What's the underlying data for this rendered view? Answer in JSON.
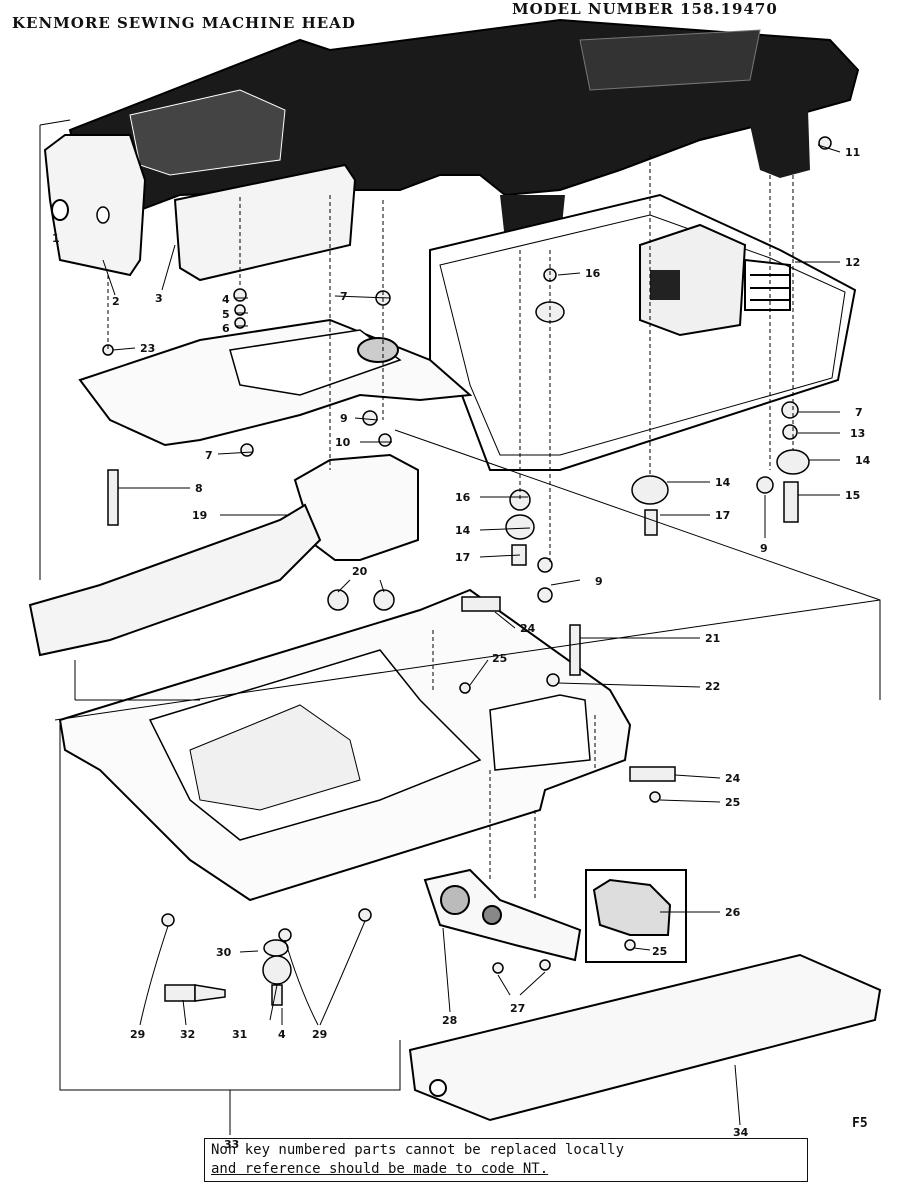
{
  "header": {
    "left_title": "KENMORE SEWING MACHINE HEAD",
    "right_title": "MODEL NUMBER 158.19470"
  },
  "figure_id": "F5",
  "note": {
    "line1": "Non key numbered parts cannot be replaced locally",
    "line2": "and reference should be made to code NT."
  },
  "callouts": {
    "c1": "1",
    "c2": "2",
    "c3": "3",
    "c4": "4",
    "c5": "5",
    "c6": "6",
    "c7a": "7",
    "c7b": "7",
    "c7c": "7",
    "c8": "8",
    "c9a": "9",
    "c9b": "9",
    "c9c": "9",
    "c10": "10",
    "c11": "11",
    "c12": "12",
    "c13": "13",
    "c14a": "14",
    "c14b": "14",
    "c14c": "14",
    "c15": "15",
    "c16a": "16",
    "c16b": "16",
    "c17a": "17",
    "c17b": "17",
    "c19": "19",
    "c20": "20",
    "c21": "21",
    "c22": "22",
    "c23": "23",
    "c24a": "24",
    "c24b": "24",
    "c25a": "25",
    "c25b": "25",
    "c25c": "25",
    "c26": "26",
    "c27": "27",
    "c28": "28",
    "c29a": "29",
    "c29b": "29",
    "c30": "30",
    "c31": "31",
    "c32": "32",
    "c33": "33",
    "c34": "34",
    "c4b": "4"
  }
}
